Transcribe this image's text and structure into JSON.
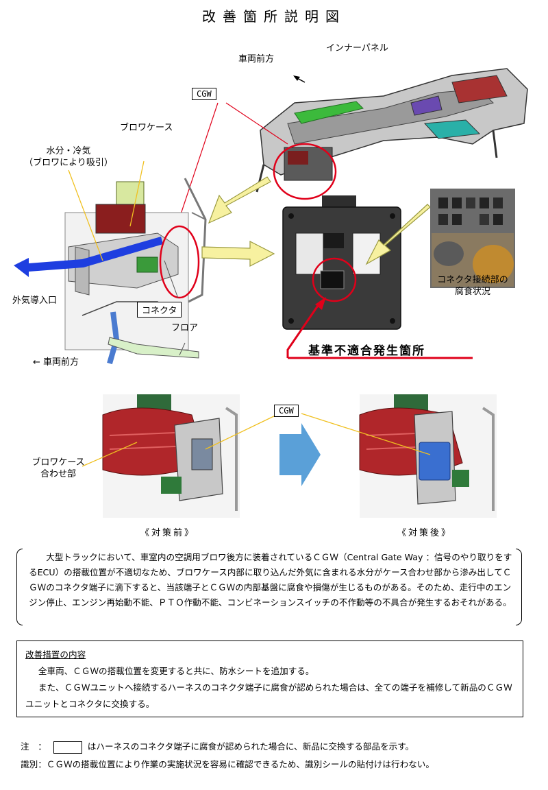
{
  "title": "改善箇所説明図",
  "top_diagram": {
    "vehicle_front_label": "車両前方",
    "inner_panel_label": "インナーパネル",
    "cgw_label": "CGW",
    "blower_case_label": "ブロワケース",
    "moisture_label_line1": "水分・冷気",
    "moisture_label_line2": "（ブロワにより吸引）",
    "outside_air_inlet_label": "外気導入口",
    "connector_label": "コネクタ",
    "floor_label": "フロア",
    "vehicle_front_label_2": "← 車両前方",
    "corrosion_label_line1": "コネクタ接続部の",
    "corrosion_label_line2": "腐食状況",
    "nonconformity_label": "基準不適合発生箇所"
  },
  "bottom_diagram": {
    "cgw_label": "CGW",
    "blower_joint_line1": "ブロワケース",
    "blower_joint_line2": "合わせ部",
    "before_caption": "《対策前》",
    "after_caption": "《対策後》"
  },
  "description": "大型トラックにおいて、車室内の空調用ブロワ後方に装着されているＣＧＷ（Central Gate Way ：信号のやり取りをするECU）の搭載位置が不適切なため、ブロワケース内部に取り込んだ外気に含まれる水分がケース合わせ部から滲み出してＣＧＷのコネクタ端子に滴下すると、当該端子とＣＧＷの内部基盤に腐食や損傷が生じるものがある。そのため、走行中のエンジン停止、エンジン再始動不能、ＰＴＯ作動不能、コンビネーションスイッチの不作動等の不具合が発生するおそれがある。",
  "measures": {
    "heading": "改善措置の内容",
    "line1": "全車両、ＣＧＷの搭載位置を変更すると共に、防水シートを追加する。",
    "line2": "また、ＣＧＷユニットへ接続するハーネスのコネクタ端子に腐食が認められた場合は、全ての端子を補修して新品のＣＧＷユニットとコネクタに交換する。"
  },
  "notes": {
    "note_prefix": "注　：",
    "note_text": "はハーネスのコネクタ端子に腐食が認められた場合に、新品に交換する部品を示す。",
    "identification": "識別：ＣＧＷの搭載位置により作業の実施状況を容易に確認できるため、識別シールの貼付けは行わない。"
  },
  "colors": {
    "red": "#e0001a",
    "blue_arrow": "#1e3ee0",
    "yellow_arrow": "#f7f1a0",
    "yellow_outline": "#9a9a40",
    "flow_arrow": "#5aa0d8"
  }
}
